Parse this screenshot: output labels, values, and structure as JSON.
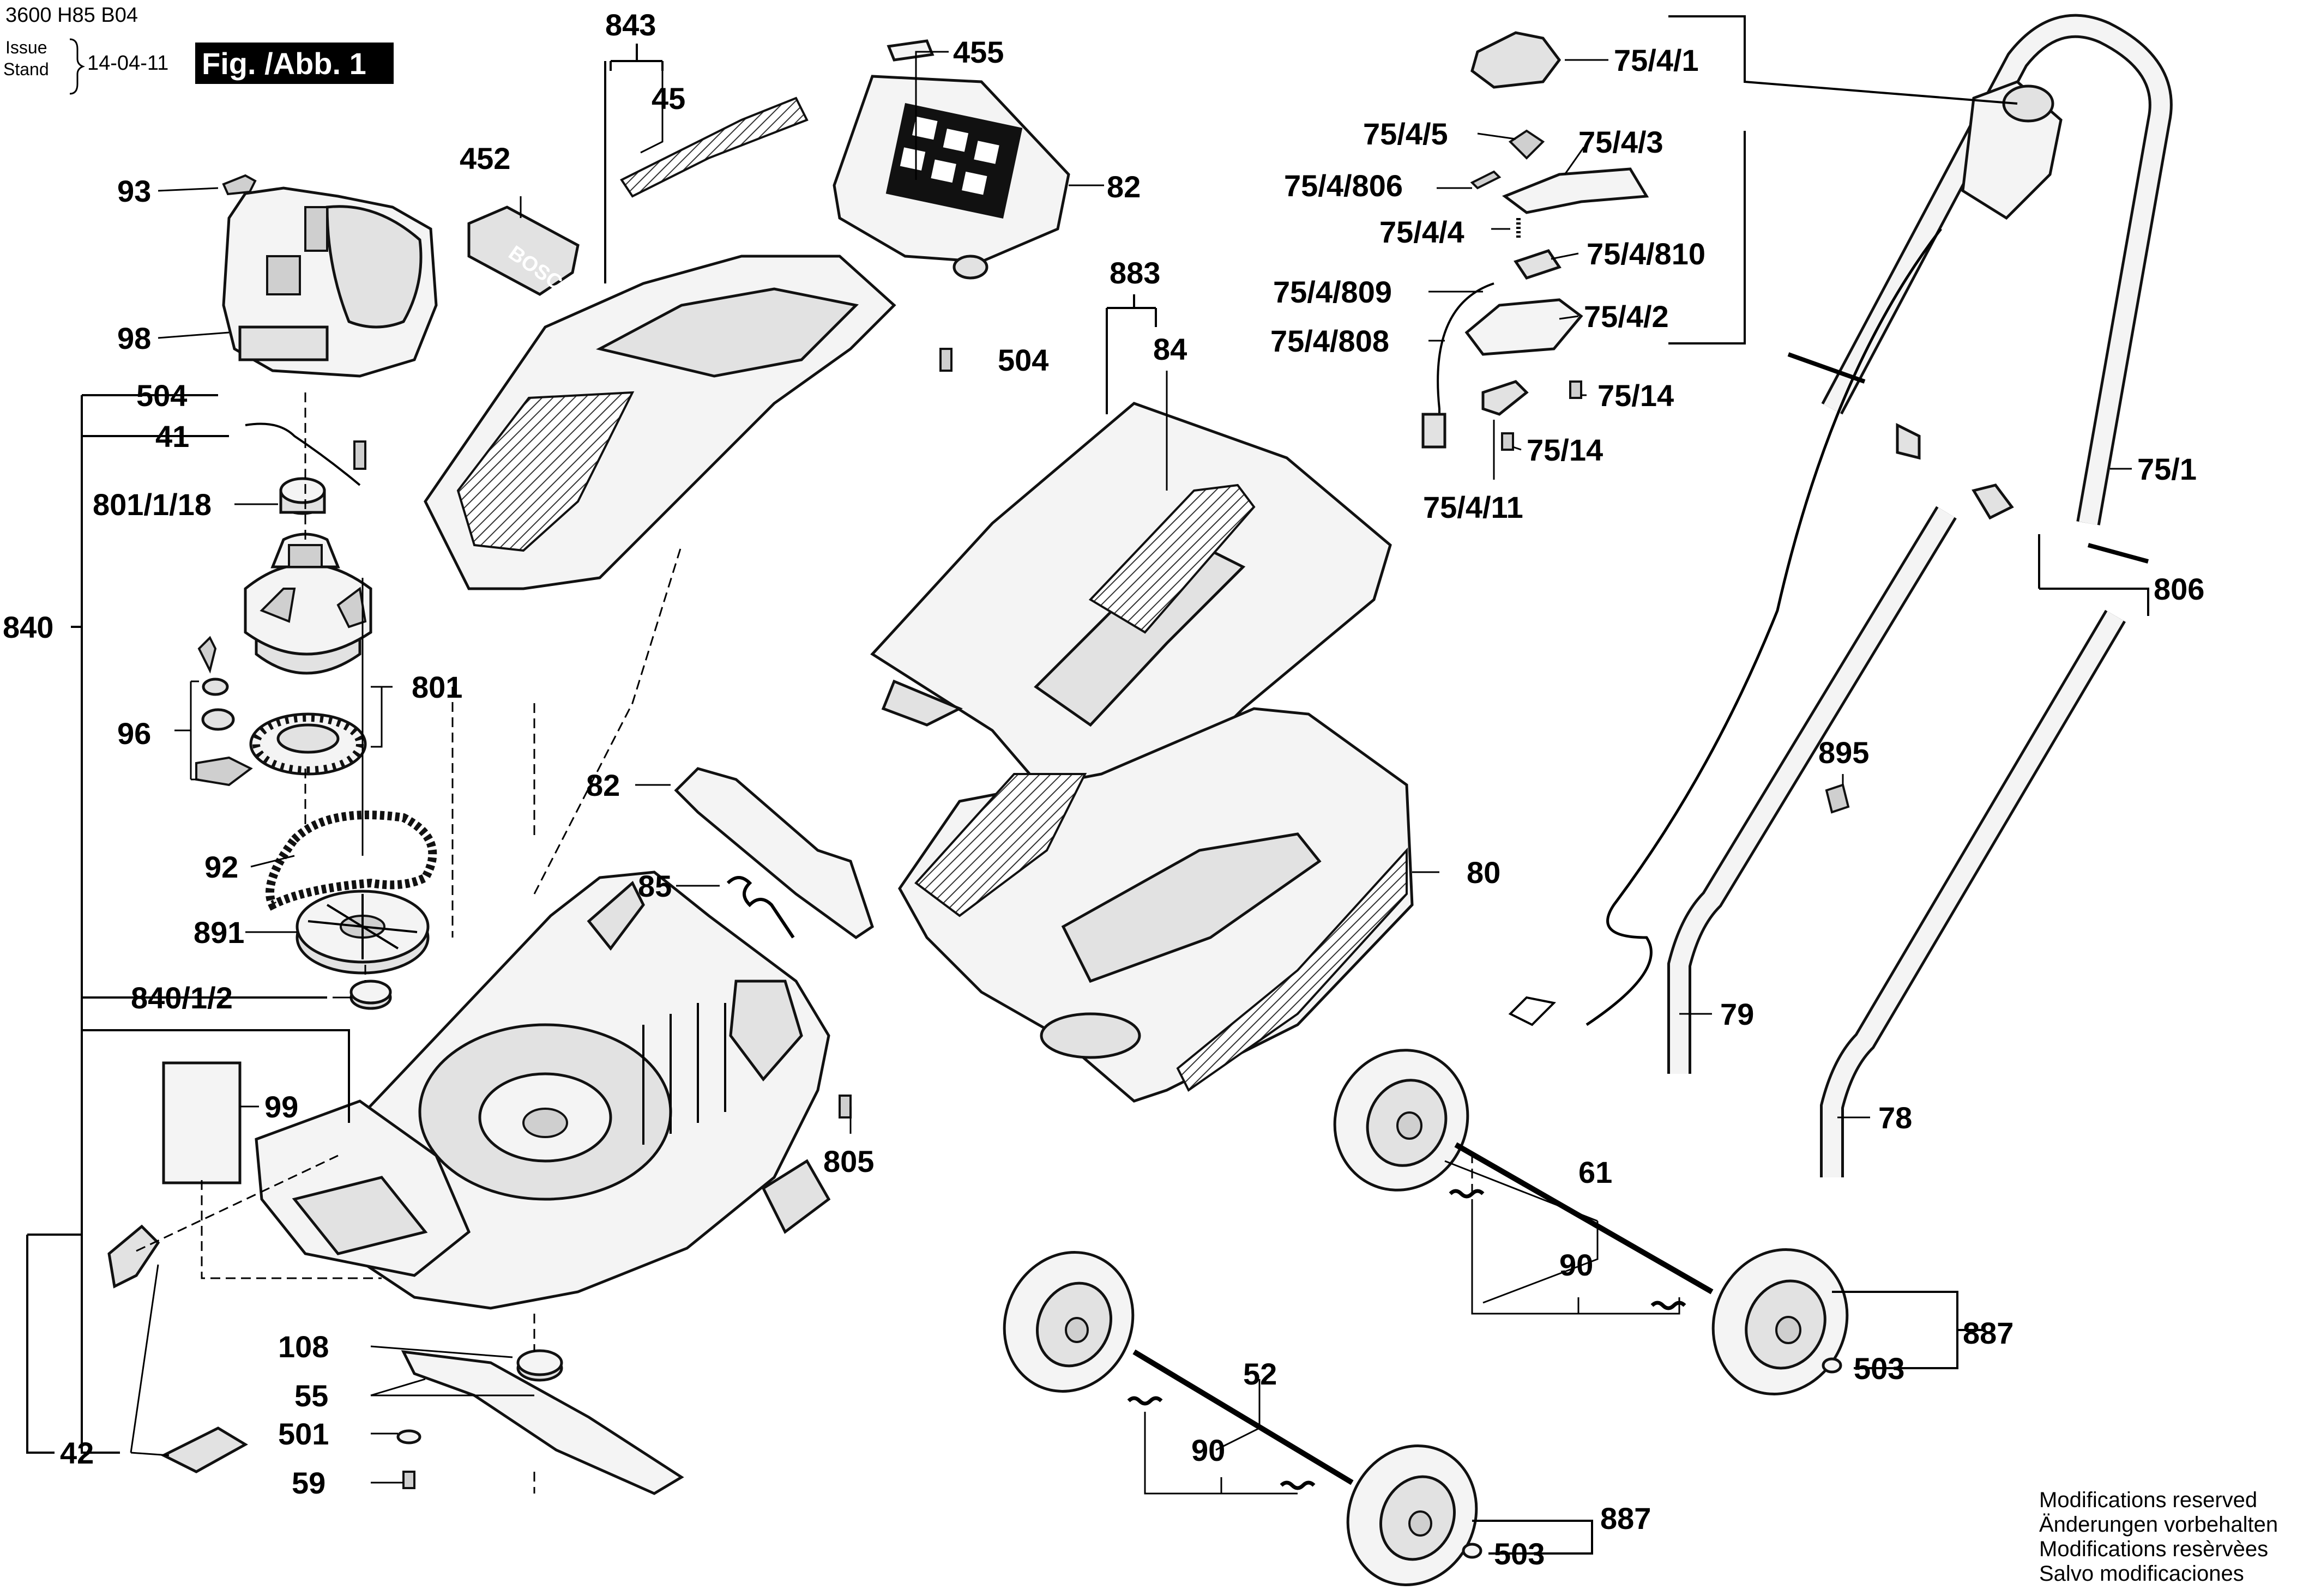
{
  "header": {
    "doc_number": "3600 H85 B04",
    "issue_label": "Issue",
    "stand_label": "Stand",
    "date": "14-04-11",
    "figure": "Fig. /Abb. 1"
  },
  "labels": {
    "p843": "843",
    "p45": "45",
    "p455": "455",
    "p452": "452",
    "p82a": "82",
    "p93": "93",
    "p98": "98",
    "p504a": "504",
    "p504b": "504",
    "p41": "41",
    "p801_1_18": "801/1/18",
    "p840": "840",
    "p801": "801",
    "p96": "96",
    "p92": "92",
    "p891": "891",
    "p840_1_2": "840/1/2",
    "p99": "99",
    "p42": "42",
    "p108": "108",
    "p55": "55",
    "p501": "501",
    "p59": "59",
    "p82b": "82",
    "p85": "85",
    "p805": "805",
    "p883": "883",
    "p84": "84",
    "p80": "80",
    "p61": "61",
    "p90a": "90",
    "p887a": "887",
    "p503a": "503",
    "p52": "52",
    "p90b": "90",
    "p887b": "887",
    "p503b": "503",
    "p75_4_1": "75/4/1",
    "p75_4_5": "75/4/5",
    "p75_4_3": "75/4/3",
    "p75_4_806": "75/4/806",
    "p75_4_4": "75/4/4",
    "p75_4_810": "75/4/810",
    "p75_4_809": "75/4/809",
    "p75_4_2": "75/4/2",
    "p75_4_808": "75/4/808",
    "p75_14a": "75/14",
    "p75_14b": "75/14",
    "p75_4_11": "75/4/11",
    "p75_1": "75/1",
    "p806": "806",
    "p895": "895",
    "p79": "79",
    "p78": "78"
  },
  "decals": {
    "brand": "BOSCH"
  },
  "footer": {
    "line1": "Modifications reserved",
    "line2": "Änderungen vorbehalten",
    "line3": "Modifications resèrvèes",
    "line4": "Salvo modificaciones"
  }
}
